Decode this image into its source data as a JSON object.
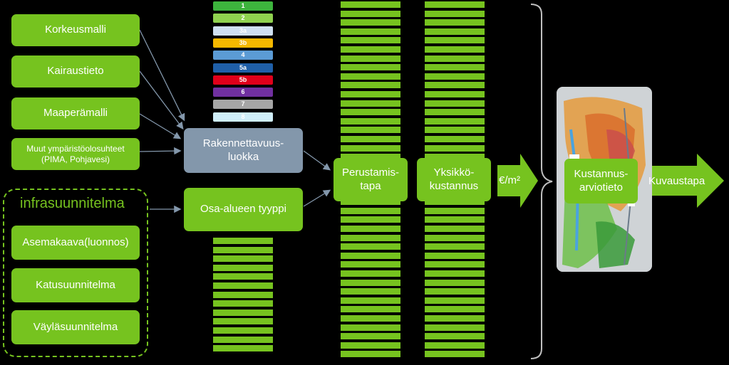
{
  "inputs": [
    "Korkeusmalli",
    "Kairaustieto",
    "Maaperämalli",
    "Muut ympäristöolosuhteet\n(PIMA, Pohjavesi)"
  ],
  "infra": {
    "title": "infrasuunnitelma",
    "items": [
      "Asemakaava(luonnos)",
      "Katusuunnitelma",
      "Väyläsuunnitelma"
    ]
  },
  "rakennettavuus": "Rakennettavuus-\nluokka",
  "osa_alue": "Osa-alueen tyyppi",
  "perustamistapa": "Perustamis-\ntapa",
  "yksikkokustannus": "Yksikkö-\nkustannus",
  "unit_arrow": "€/m²",
  "kustannusarvio": "Kustannus-\narviotieto",
  "kuvaustapa": "Kuvaustapa",
  "classes": [
    {
      "label": "1",
      "color": "#3db43d"
    },
    {
      "label": "2",
      "color": "#8fd14f"
    },
    {
      "label": "3a",
      "color": "#cfe0f2"
    },
    {
      "label": "3b",
      "color": "#f5b800"
    },
    {
      "label": "4",
      "color": "#5b9bd5"
    },
    {
      "label": "5a",
      "color": "#1f5fa8"
    },
    {
      "label": "5b",
      "color": "#e0001a"
    },
    {
      "label": "6",
      "color": "#7030a0"
    },
    {
      "label": "7",
      "color": "#a6a6a6"
    },
    {
      "label": "8",
      "color": "#cfeef9"
    }
  ]
}
